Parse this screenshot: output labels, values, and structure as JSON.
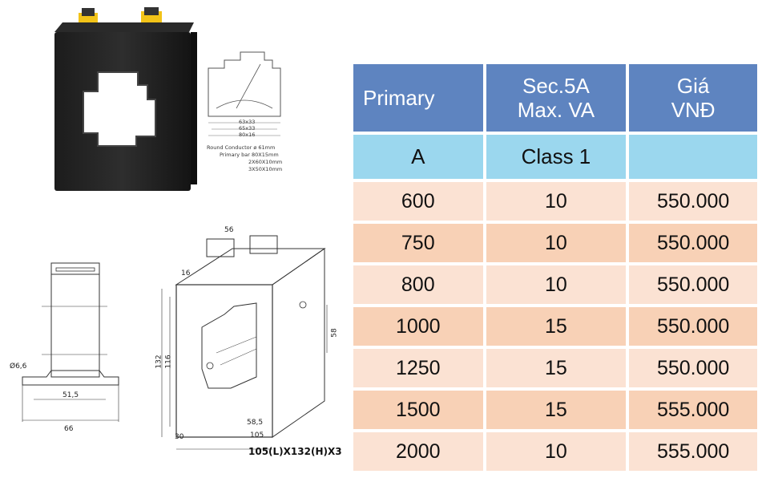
{
  "drawings": {
    "top_notes": [
      "Round Conductor ø 61mm",
      "Primary bar 80X15mm",
      "2X60X10mm",
      "3X50X10mm"
    ],
    "top_dims": [
      "63x33",
      "65x33",
      "80x16"
    ],
    "side_dims": {
      "dia": "Ø6,6",
      "inner": "51,5",
      "outer": "66"
    },
    "iso_dims": {
      "top": "56",
      "depth_small": "16",
      "h132": "132",
      "h116": "116",
      "window": "58",
      "inner_w": "58,5",
      "width": "105",
      "depth": "30"
    },
    "size_caption": "105(L)X132(H)X3"
  },
  "table": {
    "headers": [
      "Primary",
      "Sec.5A\nMax. VA",
      "Giá\nVNĐ"
    ],
    "subheader": [
      "A",
      "Class 1",
      ""
    ],
    "rows": [
      [
        "600",
        "10",
        "550.000"
      ],
      [
        "750",
        "10",
        "550.000"
      ],
      [
        "800",
        "10",
        "550.000"
      ],
      [
        "1000",
        "15",
        "550.000"
      ],
      [
        "1250",
        "15",
        "550.000"
      ],
      [
        "1500",
        "15",
        "555.000"
      ],
      [
        "2000",
        "10",
        "555.000"
      ]
    ]
  }
}
